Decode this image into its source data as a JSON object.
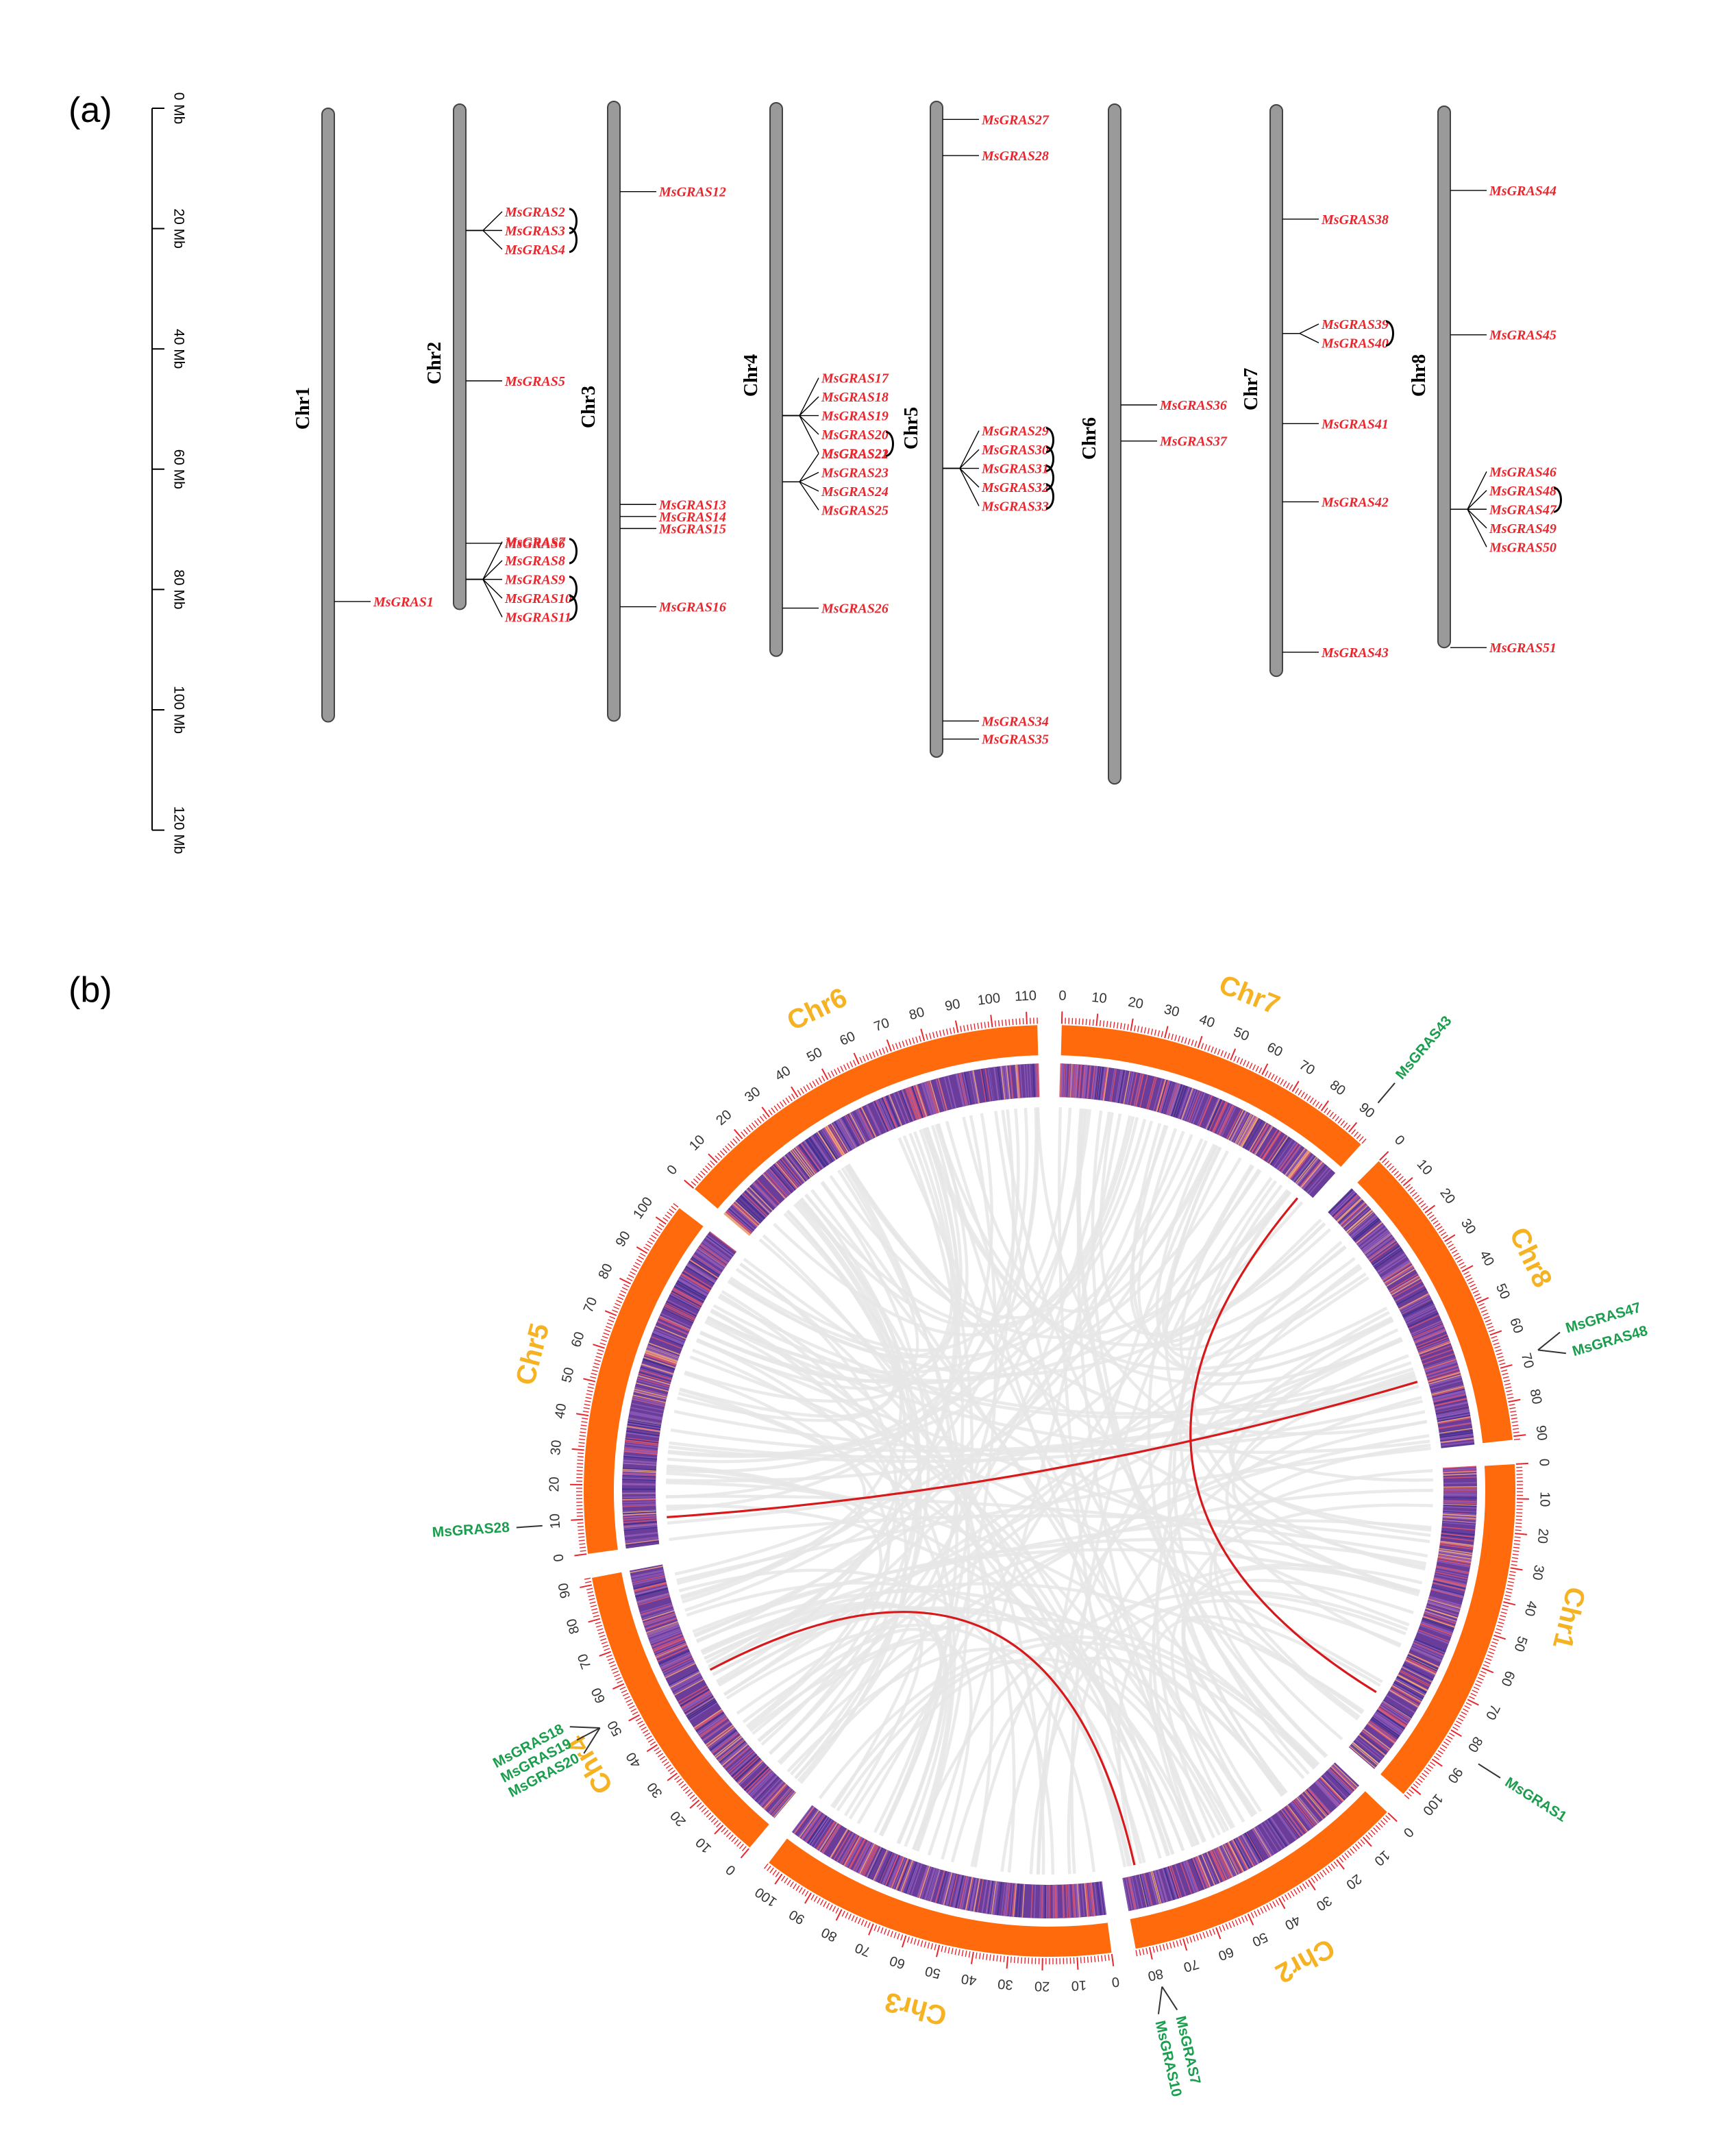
{
  "panel_a": {
    "label": "(a)",
    "scale": {
      "unit": "Mb",
      "ticks": [
        {
          "v": 0,
          "label": "0 Mb"
        },
        {
          "v": 20,
          "label": "20 Mb"
        },
        {
          "v": 40,
          "label": "40 Mb"
        },
        {
          "v": 60,
          "label": "60 Mb"
        },
        {
          "v": 80,
          "label": "80 Mb"
        },
        {
          "v": 100,
          "label": "100 Mb"
        },
        {
          "v": 120,
          "label": "120 Mb"
        }
      ]
    },
    "chromosomes": [
      {
        "name": "Chr1",
        "length": 102,
        "genes": [
          {
            "name": "MsGRAS1",
            "pos": 82
          }
        ],
        "brackets": []
      },
      {
        "name": "Chr2",
        "length": 84,
        "genes": [
          {
            "name": "MsGRAS2",
            "pos": 21
          },
          {
            "name": "MsGRAS3",
            "pos": 21
          },
          {
            "name": "MsGRAS4",
            "pos": 21
          },
          {
            "name": "MsGRAS5",
            "pos": 46
          },
          {
            "name": "MsGRAS6",
            "pos": 73
          },
          {
            "name": "MsGRAS7",
            "pos": 79
          },
          {
            "name": "MsGRAS8",
            "pos": 79
          },
          {
            "name": "MsGRAS9",
            "pos": 79
          },
          {
            "name": "MsGRAS10",
            "pos": 79
          },
          {
            "name": "MsGRAS11",
            "pos": 79
          }
        ],
        "brackets": [
          [
            "MsGRAS2",
            "MsGRAS3"
          ],
          [
            "MsGRAS3",
            "MsGRAS4"
          ],
          [
            "MsGRAS7",
            "MsGRAS8"
          ],
          [
            "MsGRAS9",
            "MsGRAS10"
          ],
          [
            "MsGRAS10",
            "MsGRAS11"
          ]
        ]
      },
      {
        "name": "Chr3",
        "length": 103,
        "genes": [
          {
            "name": "MsGRAS12",
            "pos": 15
          },
          {
            "name": "MsGRAS13",
            "pos": 67
          },
          {
            "name": "MsGRAS14",
            "pos": 69
          },
          {
            "name": "MsGRAS15",
            "pos": 71
          },
          {
            "name": "MsGRAS16",
            "pos": 84
          }
        ],
        "brackets": []
      },
      {
        "name": "Chr4",
        "length": 92,
        "genes": [
          {
            "name": "MsGRAS17",
            "pos": 52
          },
          {
            "name": "MsGRAS18",
            "pos": 52
          },
          {
            "name": "MsGRAS19",
            "pos": 52
          },
          {
            "name": "MsGRAS20",
            "pos": 52
          },
          {
            "name": "MsGRAS21",
            "pos": 52
          },
          {
            "name": "MsGRAS22",
            "pos": 63
          },
          {
            "name": "MsGRAS23",
            "pos": 63
          },
          {
            "name": "MsGRAS24",
            "pos": 63
          },
          {
            "name": "MsGRAS25",
            "pos": 63
          },
          {
            "name": "MsGRAS26",
            "pos": 84
          }
        ],
        "brackets": [
          [
            "MsGRAS20",
            "MsGRAS21"
          ]
        ]
      },
      {
        "name": "Chr5",
        "length": 109,
        "genes": [
          {
            "name": "MsGRAS27",
            "pos": 3
          },
          {
            "name": "MsGRAS28",
            "pos": 9
          },
          {
            "name": "MsGRAS29",
            "pos": 61
          },
          {
            "name": "MsGRAS30",
            "pos": 61
          },
          {
            "name": "MsGRAS31",
            "pos": 61
          },
          {
            "name": "MsGRAS32",
            "pos": 61
          },
          {
            "name": "MsGRAS33",
            "pos": 61
          },
          {
            "name": "MsGRAS34",
            "pos": 103
          },
          {
            "name": "MsGRAS35",
            "pos": 106
          }
        ],
        "brackets": [
          [
            "MsGRAS29",
            "MsGRAS30"
          ],
          [
            "MsGRAS30",
            "MsGRAS31"
          ],
          [
            "MsGRAS31",
            "MsGRAS32"
          ],
          [
            "MsGRAS32",
            "MsGRAS33"
          ]
        ]
      },
      {
        "name": "Chr6",
        "length": 113,
        "genes": [
          {
            "name": "MsGRAS36",
            "pos": 50
          },
          {
            "name": "MsGRAS37",
            "pos": 56
          }
        ],
        "brackets": []
      },
      {
        "name": "Chr7",
        "length": 95,
        "genes": [
          {
            "name": "MsGRAS38",
            "pos": 19
          },
          {
            "name": "MsGRAS39",
            "pos": 38
          },
          {
            "name": "MsGRAS40",
            "pos": 38
          },
          {
            "name": "MsGRAS41",
            "pos": 53
          },
          {
            "name": "MsGRAS42",
            "pos": 66
          },
          {
            "name": "MsGRAS43",
            "pos": 91
          }
        ],
        "brackets": [
          [
            "MsGRAS39",
            "MsGRAS40"
          ]
        ]
      },
      {
        "name": "Chr8",
        "length": 90,
        "genes": [
          {
            "name": "MsGRAS44",
            "pos": 14
          },
          {
            "name": "MsGRAS45",
            "pos": 38
          },
          {
            "name": "MsGRAS46",
            "pos": 67
          },
          {
            "name": "MsGRAS48",
            "pos": 67
          },
          {
            "name": "MsGRAS47",
            "pos": 67
          },
          {
            "name": "MsGRAS49",
            "pos": 67
          },
          {
            "name": "MsGRAS50",
            "pos": 67
          },
          {
            "name": "MsGRAS51",
            "pos": 90
          }
        ],
        "brackets": [
          [
            "MsGRAS48",
            "MsGRAS47"
          ]
        ]
      }
    ]
  },
  "panel_b": {
    "label": "(b)",
    "chromosomes": [
      {
        "name": "Chr1",
        "length": 103
      },
      {
        "name": "Chr2",
        "length": 84
      },
      {
        "name": "Chr3",
        "length": 105
      },
      {
        "name": "Chr4",
        "length": 92
      },
      {
        "name": "Chr5",
        "length": 106
      },
      {
        "name": "Chr6",
        "length": 113
      },
      {
        "name": "Chr7",
        "length": 95
      },
      {
        "name": "Chr8",
        "length": 91
      }
    ],
    "highlighted_links": [
      {
        "from": "MsGRAS43",
        "to": "MsGRAS1"
      },
      {
        "from": "MsGRAS28",
        "to": "MsGRAS48"
      },
      {
        "from": "MsGRAS19",
        "to": "MsGRAS7"
      }
    ],
    "gene_labels": [
      {
        "chr": "Chr7",
        "names": [
          "MsGRAS43"
        ]
      },
      {
        "chr": "Chr8",
        "names": [
          "MsGRAS47",
          "MsGRAS48"
        ]
      },
      {
        "chr": "Chr5",
        "names": [
          "MsGRAS28"
        ]
      },
      {
        "chr": "Chr4",
        "names": [
          "MsGRAS20",
          "MsGRAS19",
          "MsGRAS18"
        ]
      },
      {
        "chr": "Chr2",
        "names": [
          "MsGRAS7",
          "MsGRAS10"
        ]
      },
      {
        "chr": "Chr1",
        "names": [
          "MsGRAS1"
        ]
      }
    ],
    "colors": {
      "chromosome_band": "#ff6a0d",
      "ticks": "#e8262d",
      "density_base": "#6a3d9a",
      "link_background": "#e6e6e6",
      "link_highlight": "#d7191c",
      "chr_label": "#f5b324",
      "gene_label": "#1a9e4e"
    }
  }
}
